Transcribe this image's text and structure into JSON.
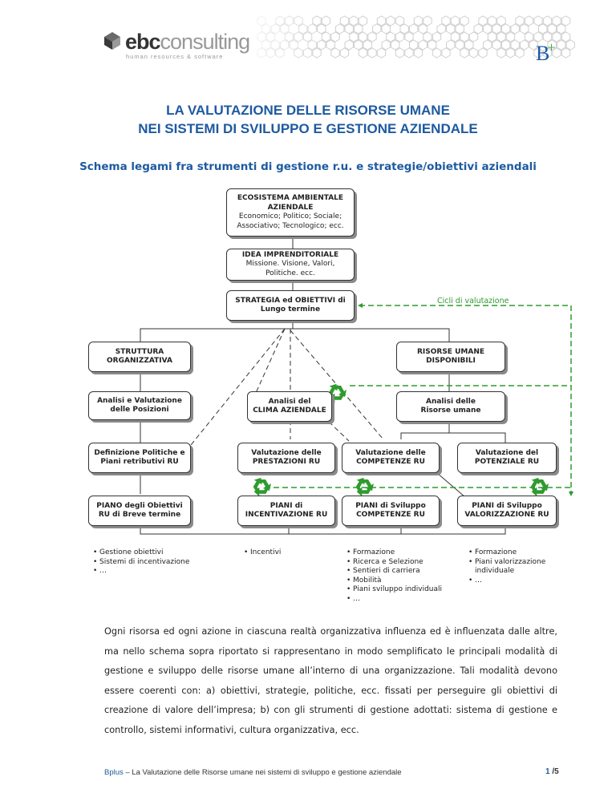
{
  "header": {
    "logo_brand": "ebc",
    "logo_rest": "consulting",
    "logo_tagline": "human resources & software",
    "bplus_mark": "B",
    "bplus_plus": "+"
  },
  "title_line1": "LA VALUTAZIONE DELLE RISORSE UMANE",
  "title_line2": "NEI SISTEMI DI SVILUPPO E GESTIONE AZIENDALE",
  "subtitle": "Schema legami fra strumenti di gestione r.u. e strategie/obiettivi aziendali",
  "diagram": {
    "ecosistema": {
      "title": "ECOSISTEMA AMBIENTALE AZIENDALE",
      "sub": "Economico; Politico; Sociale; Associativo; Tecnologico; ecc."
    },
    "idea": {
      "title": "IDEA IMPRENDITORIALE",
      "sub": "Missione. Visione, Valori, Politiche. ecc."
    },
    "strategia": {
      "title": "STRATEGIA ed OBIETTIVI di Lungo termine"
    },
    "cicli_label": "Cicli di valutazione",
    "struttura": {
      "title": "STRUTTURA ORGANIZZATIVA"
    },
    "risorse": {
      "title": "RISORSE UMANE DISPONIBILI"
    },
    "analisi_posizioni": {
      "title": "Analisi e Valutazione delle Posizioni"
    },
    "analisi_clima": {
      "line1": "Analisi del",
      "line2": "CLIMA AZIENDALE"
    },
    "analisi_risorse": {
      "line1": "Analisi delle",
      "line2": "Risorse umane"
    },
    "definizione": {
      "title": "Definizione Politiche e Piani retributivi RU"
    },
    "val_prestazioni": {
      "title": "Valutazione delle PRESTAZIONI RU"
    },
    "val_competenze": {
      "title": "Valutazione delle COMPETENZE RU"
    },
    "val_potenziale": {
      "title": "Valutazione del POTENZIALE RU"
    },
    "piano_obiettivi": {
      "title": "PIANO degli Obiettivi RU di Breve termine"
    },
    "piani_incentivazione": {
      "title": "PIANI di INCENTIVAZIONE RU"
    },
    "piani_sviluppo": {
      "title": "PIANI di Sviluppo COMPETENZE RU"
    },
    "piani_valorizzazione": {
      "title": "PIANI di Sviluppo VALORIZZAZIONE RU"
    }
  },
  "bullets": {
    "col1": [
      "Gestione obiettivi",
      "Sistemi di incentivazione",
      "…"
    ],
    "col2": [
      "Incentivi"
    ],
    "col3": [
      "Formazione",
      "Ricerca e Selezione",
      "Sentieri di carriera",
      "Mobilità",
      "Piani sviluppo individuali",
      "…"
    ],
    "col4": [
      "Formazione",
      "Piani valorizzazione individuale",
      "…"
    ]
  },
  "paragraph": "Ogni risorsa ed ogni azione in ciascuna realtà organizzativa influenza ed è influenzata dalle altre, ma nello schema sopra riportato si rappresentano in modo semplificato le principali modalità di gestione e sviluppo delle risorse umane all’interno di una organizzazione. Tali modalità devono essere coerenti con: a) obiettivi, strategie, politiche, ecc. fissati per perseguire gli obiettivi di creazione di valore dell’impresa; b) con gli strumenti di gestione adottati: sistema di gestione e controllo, sistemi informativi, cultura organizzativa, ecc.",
  "footer": {
    "brand": "Bplus",
    "separator": " – ",
    "text": "La Valutazione delle Risorse umane nei sistemi di sviluppo e gestione aziendale",
    "page_current": "1",
    "page_total": " /5"
  },
  "colors": {
    "title_blue": "#1e5aa0",
    "cycle_green": "#2e9b2e"
  }
}
